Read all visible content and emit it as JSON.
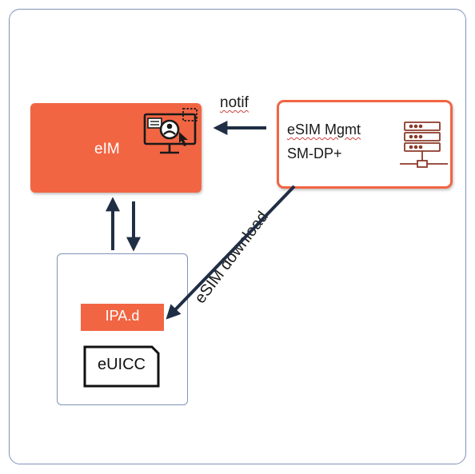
{
  "colors": {
    "accent": "#f26543",
    "arrow": "#1f2e44",
    "frame": "#7f93b8",
    "icon": "#8b3a2a"
  },
  "eim": {
    "label": "eIM",
    "icon": "computer-user-icon"
  },
  "sm_dp": {
    "line1": "eSIM Mgmt",
    "line2": "SM-DP+",
    "icon": "server-network-icon"
  },
  "edges": {
    "notif": "notif",
    "esim_download": "eSIM download"
  },
  "device": {
    "ipad_label": "IPA.d",
    "euicc_label": "eUICC"
  }
}
